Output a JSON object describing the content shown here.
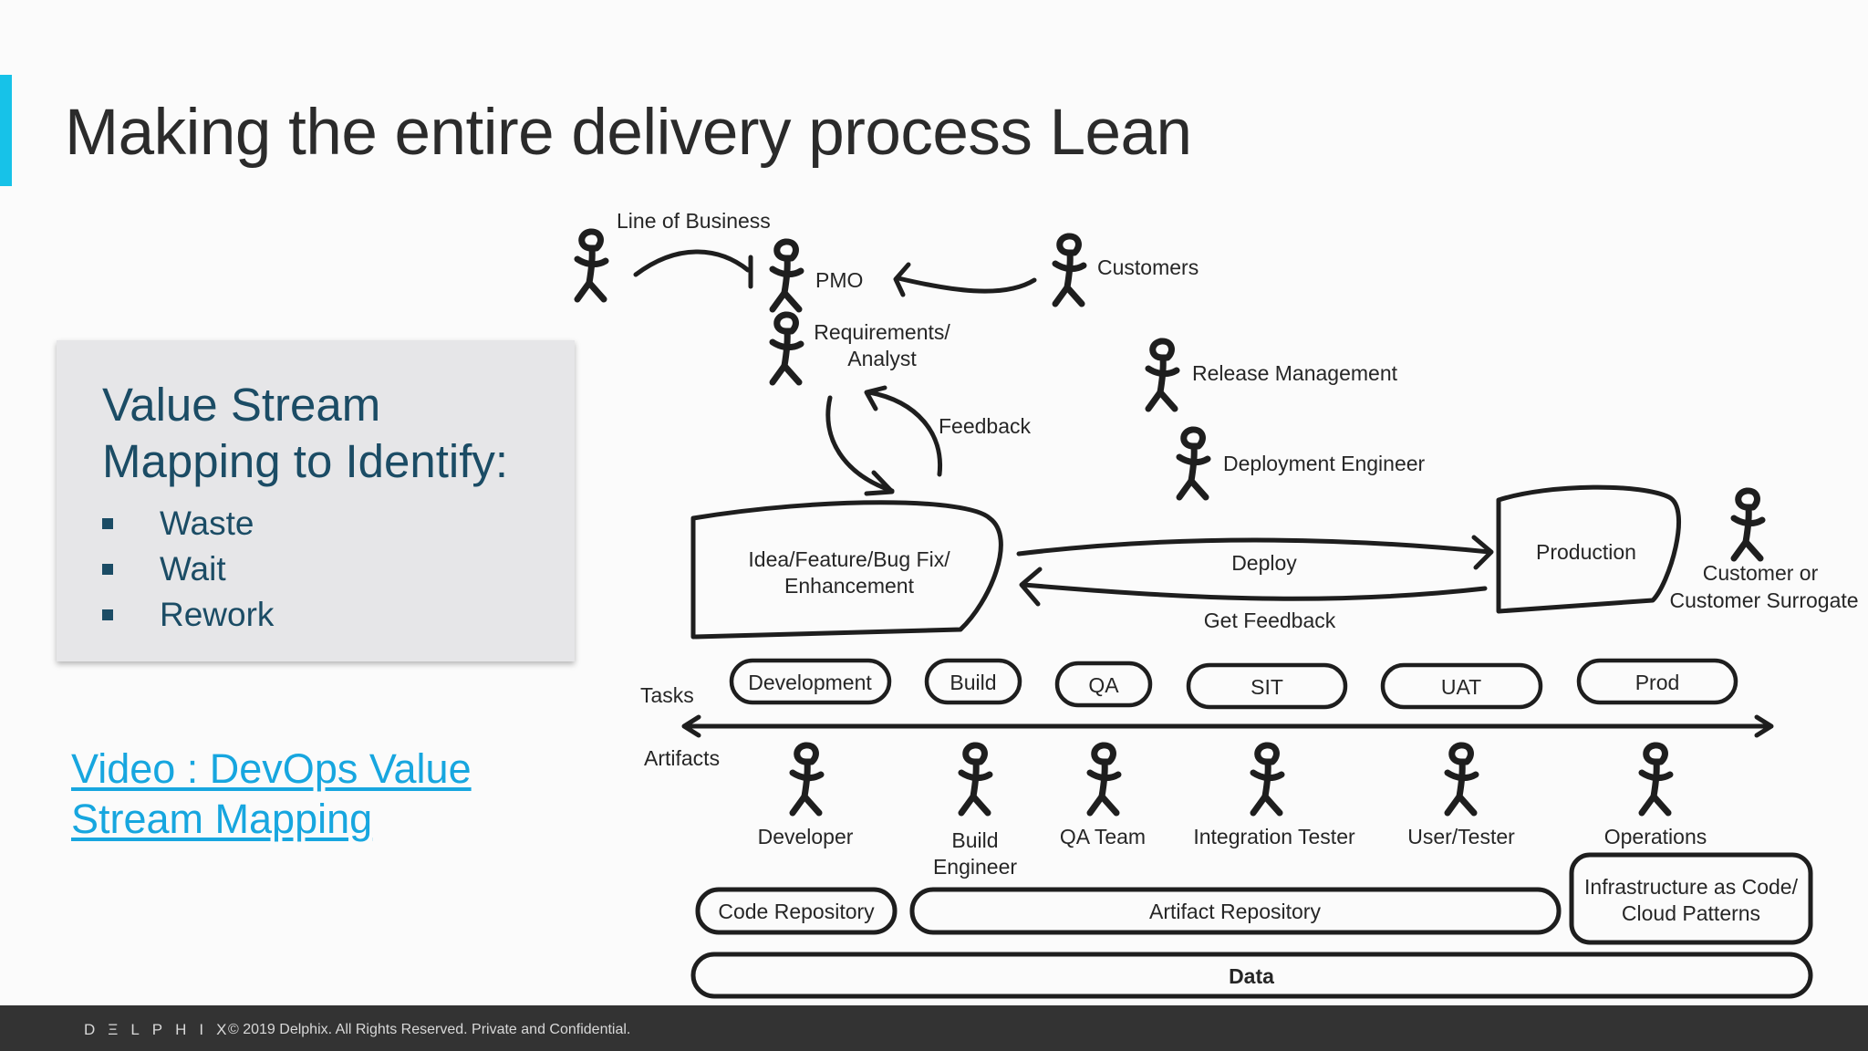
{
  "slide": {
    "title": "Making the entire delivery process Lean",
    "accent_color": "#17c2e8"
  },
  "callout": {
    "heading_line1": "Value Stream",
    "heading_line2": "Mapping to Identify:",
    "items": [
      "Waste",
      "Wait",
      "Rework"
    ],
    "text_color": "#1b4c65"
  },
  "link": {
    "line1": "Video : DevOps Value",
    "line2": "Stream Mapping",
    "color": "#17a6df"
  },
  "diagram": {
    "people": {
      "line_of_business": "Line of Business",
      "pmo": "PMO",
      "customers": "Customers",
      "requirements_line1": "Requirements/",
      "requirements_line2": "Analyst",
      "release_management": "Release Management",
      "deployment_engineer": "Deployment Engineer",
      "customer_surrogate_line1": "Customer or",
      "customer_surrogate_line2": "Customer Surrogate"
    },
    "feedback_label": "Feedback",
    "idea_line1": "Idea/Feature/Bug Fix/",
    "idea_line2": "Enhancement",
    "production_label": "Production",
    "deploy_label": "Deploy",
    "get_feedback_label": "Get Feedback",
    "tasks_label": "Tasks",
    "artifacts_label": "Artifacts",
    "tasks": [
      "Development",
      "Build",
      "QA",
      "SIT",
      "UAT",
      "Prod"
    ],
    "roles": [
      {
        "line1": "Developer",
        "line2": ""
      },
      {
        "line1": "Build",
        "line2": "Engineer"
      },
      {
        "line1": "QA Team",
        "line2": ""
      },
      {
        "line1": "Integration Tester",
        "line2": ""
      },
      {
        "line1": "User/Tester",
        "line2": ""
      },
      {
        "line1": "Operations",
        "line2": ""
      }
    ],
    "code_repository": "Code Repository",
    "artifact_repository": "Artifact Repository",
    "infra_line1": "Infrastructure as Code/",
    "infra_line2": "Cloud Patterns",
    "data_label": "Data"
  },
  "footer": {
    "logo": "DΞLPHIX",
    "copyright": "© 2019 Delphix. All Rights Reserved. Private and Confidential."
  }
}
